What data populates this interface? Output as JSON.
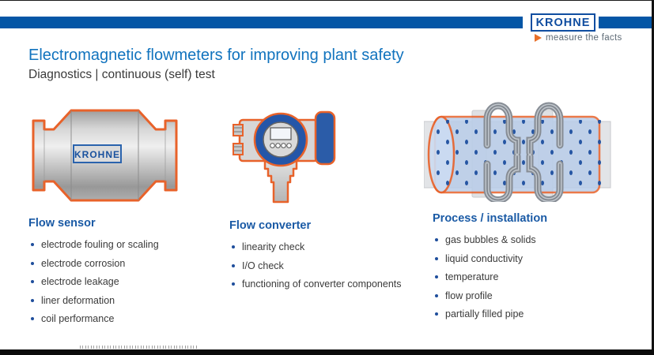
{
  "header": {
    "logo_text": "KROHNE",
    "tagline": "measure the facts"
  },
  "title": "Electromagnetic flowmeters for improving plant safety",
  "subtitle": "Diagnostics | continuous (self) test",
  "columns": [
    {
      "heading": "Flow sensor",
      "items": [
        "electrode fouling or scaling",
        "electrode corrosion",
        "electrode leakage",
        "liner deformation",
        "coil performance"
      ]
    },
    {
      "heading": "Flow converter",
      "items": [
        "linearity check",
        "I/O check",
        "functioning of converter components"
      ]
    },
    {
      "heading": "Process / installation",
      "items": [
        "gas bubbles & solids",
        "liquid conductivity",
        "temperature",
        "flow profile",
        "partially filled pipe"
      ]
    }
  ],
  "figures": {
    "sensor_label": "KROHNE"
  },
  "colors": {
    "brand_blue": "#0456A6",
    "logo_blue": "#0F4DA0",
    "title_blue": "#1173BE",
    "heading_blue": "#1A5AA5",
    "accent_orange": "#E8622A",
    "body_text": "#3A3A3A",
    "bullet_blue": "#1F4E9C",
    "pipe_fill_blue": "#B9CDE9",
    "dot_blue": "#1D4F9F"
  }
}
